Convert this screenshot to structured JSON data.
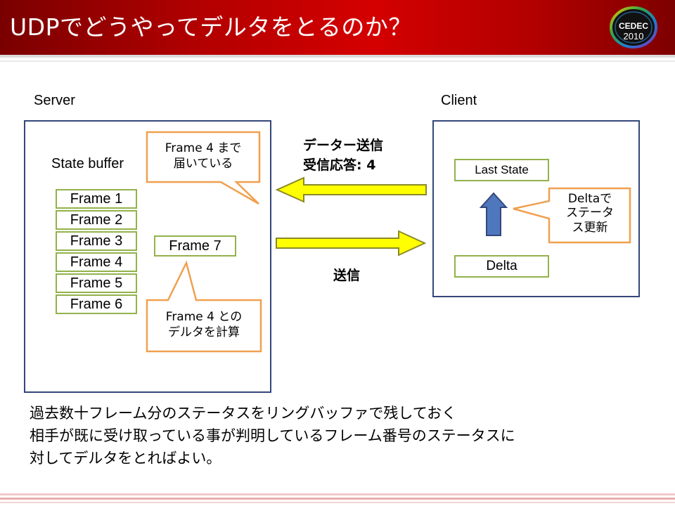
{
  "slide": {
    "title": "UDPでどうやってデルタをとるのか？",
    "logo": {
      "line1": "CEDEC",
      "line2": "2010"
    }
  },
  "server": {
    "label": "Server",
    "state_buffer_label": "State buffer",
    "frames": [
      "Frame 1",
      "Frame 2",
      "Frame 3",
      "Frame 4",
      "Frame 5",
      "Frame 6"
    ],
    "current_frame": "Frame 7",
    "callout_top": {
      "line1": "Frame 4 まで",
      "line2": "届いている"
    },
    "callout_bottom": {
      "line1": "Frame 4 との",
      "line2": "デルタを計算"
    }
  },
  "client": {
    "label": "Client",
    "last_state": "Last State",
    "delta": "Delta",
    "callout": {
      "line1": "Deltaで",
      "line2": "ステータ",
      "line3": "ス更新"
    }
  },
  "arrows": {
    "receive_line1": "データー送信",
    "receive_line2": "受信応答: 4",
    "send": "送信"
  },
  "body": {
    "line1": "過去数十フレーム分のステータスをリングバッファで残しておく",
    "line2": "相手が既に受け取っている事が判明しているフレーム番号のステータスに",
    "line3": "対してデルタをとればよい。"
  },
  "colors": {
    "header_red": "#c00000",
    "panel_border": "#34477a",
    "frame_border": "#92b24c",
    "callout_border": "#f0a050",
    "arrow_fill": "#ffff00",
    "up_arrow_fill": "#4f77bd"
  }
}
